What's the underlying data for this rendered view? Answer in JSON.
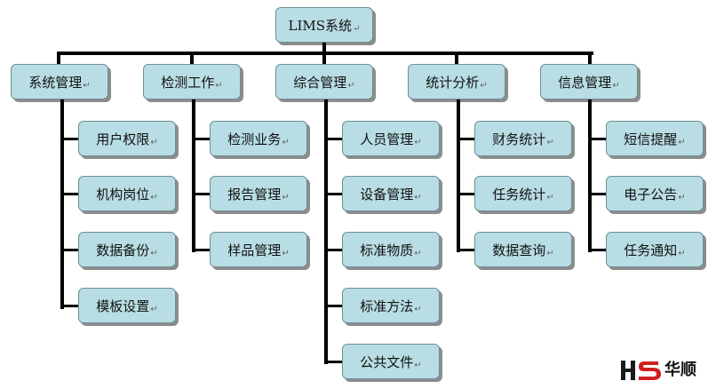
{
  "root": {
    "label": "LIMS系统",
    "mark": "↵"
  },
  "columns": [
    {
      "label": "系统管理",
      "children": [
        "用户权限",
        "机构岗位",
        "数据备份",
        "模板设置"
      ]
    },
    {
      "label": "检测工作",
      "children": [
        "检测业务",
        "报告管理",
        "样品管理"
      ]
    },
    {
      "label": "综合管理",
      "children": [
        "人员管理",
        "设备管理",
        "标准物质",
        "标准方法",
        "公共文件"
      ]
    },
    {
      "label": "统计分析",
      "children": [
        "财务统计",
        "任务统计",
        "数据查询"
      ]
    },
    {
      "label": "信息管理",
      "children": [
        "短信提醒",
        "电子公告",
        "任务通知"
      ]
    }
  ],
  "logo": {
    "text": "华顺"
  },
  "colors": {
    "box_fill": "#b8dde4",
    "connector": "#000000"
  }
}
